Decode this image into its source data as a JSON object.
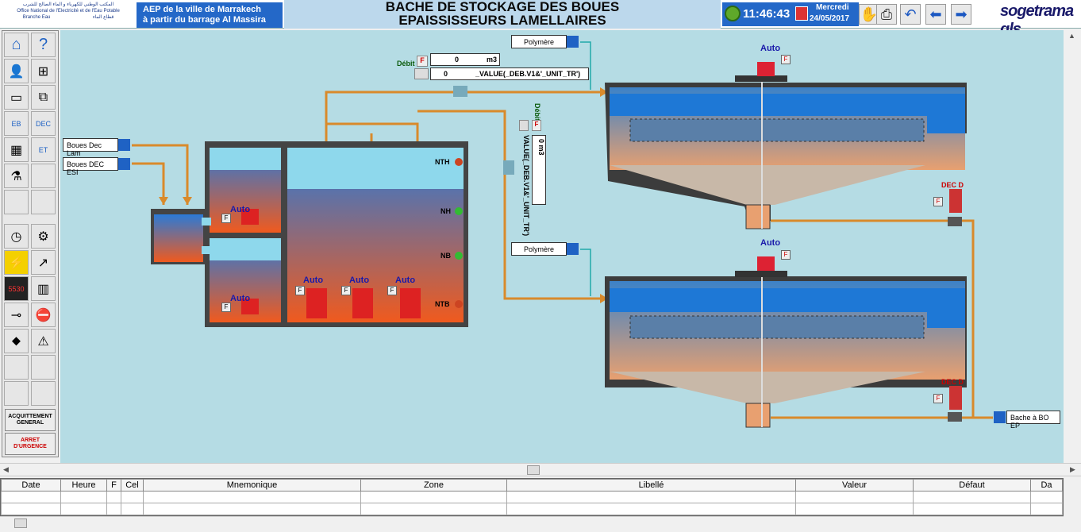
{
  "header": {
    "logo_arabic": "المكتب الوطني للكهرباء و الماء الصالح للشرب",
    "logo_fr": "Office National de l'Electricité et de l'Eau Potable",
    "logo_branch": "Branche Eau",
    "logo_branch_ar": "قطاع الماء",
    "aep_line1": "AEP de la ville de Marrakech",
    "aep_line2": "à partir du barrage Al Massira",
    "title_line1": "BACHE DE STOCKAGE DES BOUES",
    "title_line2": "EPAISSISSEURS LAMELLAIRES",
    "time": "11:46:43",
    "day": "Mercredi",
    "date": "24/05/2017",
    "brand": "sogetrama gls"
  },
  "toolbar": {
    "ack_label_1": "ACQUITTEMENT",
    "ack_label_2": "GENERAL",
    "stop_label_1": "ARRET",
    "stop_label_2": "D'URGENCE",
    "icons": [
      "home-icon",
      "help-icon",
      "user-key-icon",
      "network-icon",
      "monitor-icon",
      "network2-icon",
      "eb-icon",
      "dec-icon",
      "filter-icon",
      "et-icon",
      "lab-icon",
      "blank",
      "blank",
      "blank",
      "clock-icon",
      "gears-icon",
      "lightning-icon",
      "trend-icon",
      "counter-icon",
      "bar-icon",
      "valve-icon",
      "stop-icon",
      "tag-icon",
      "warning-icon",
      "blank",
      "blank",
      "blank",
      "blank"
    ],
    "counter_text": "5530",
    "dec_text": "DEC",
    "eb_text": "EB",
    "et_text": "ET"
  },
  "process": {
    "feed1": "Boues Dec Lam",
    "feed2": "Boues DEC ESI",
    "polymer1": "Polymère",
    "polymer2": "Polymère",
    "debit_label": "Débit",
    "debit_value": "0",
    "debit_unit": "m3",
    "debit_value2": "0",
    "debit_expr": "_VALUE(_DEB.V1&'_UNIT_TR')",
    "debit2_label": "Débit",
    "debit2_value": "0",
    "debit2_unit": "m3",
    "debit2_expr": "VALUE(_DEB.V1&'_UNIT_TR')",
    "levels": [
      "NTH",
      "NH",
      "NB",
      "NTB"
    ],
    "auto": "Auto",
    "f": "F",
    "dec_label": "DEC D",
    "outlet": "Bache à BO EP"
  },
  "alarm": {
    "columns": [
      "Date",
      "Heure",
      "F",
      "Cel",
      "Mnemonique",
      "Zone",
      "Libellé",
      "Valeur",
      "Défaut",
      "Da"
    ]
  },
  "colors": {
    "accent": "#2468c8",
    "pipe": "#d98a2b",
    "water": "#1e78d6",
    "canvas": "#b5dce4"
  }
}
